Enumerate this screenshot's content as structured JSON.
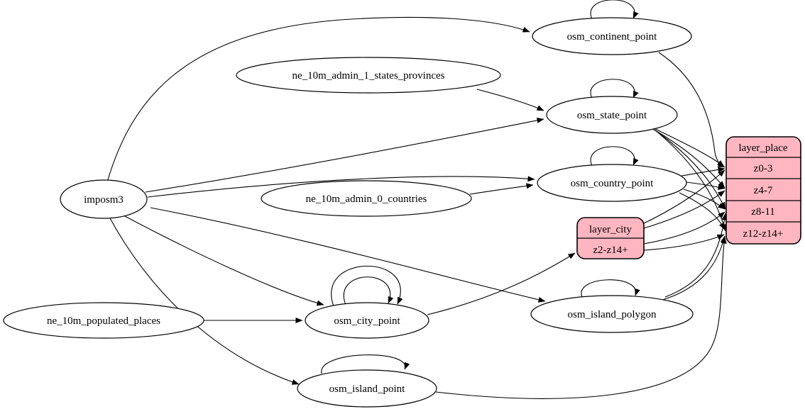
{
  "diagram": {
    "type": "etl-graph",
    "colors": {
      "record_fill": "#ffb6c1",
      "node_fill": "#ffffff",
      "stroke": "#000000"
    },
    "nodes": {
      "imposm3": {
        "label": "imposm3"
      },
      "ne_admin1": {
        "label": "ne_10m_admin_1_states_provinces"
      },
      "ne_admin0": {
        "label": "ne_10m_admin_0_countries"
      },
      "ne_populated": {
        "label": "ne_10m_populated_places"
      },
      "continent": {
        "label": "osm_continent_point"
      },
      "state": {
        "label": "osm_state_point"
      },
      "country": {
        "label": "osm_country_point"
      },
      "city": {
        "label": "osm_city_point"
      },
      "island_polygon": {
        "label": "osm_island_polygon"
      },
      "island_point": {
        "label": "osm_island_point"
      },
      "layer_city": {
        "title": "layer_city",
        "rows": [
          "z2-z14+"
        ]
      },
      "layer_place": {
        "title": "layer_place",
        "rows": [
          "z0-3",
          "z4-7",
          "z8-11",
          "z12-z14+"
        ]
      }
    },
    "edges": [
      {
        "from": "imposm3",
        "to": "osm_continent_point"
      },
      {
        "from": "imposm3",
        "to": "osm_state_point"
      },
      {
        "from": "imposm3",
        "to": "osm_country_point"
      },
      {
        "from": "imposm3",
        "to": "osm_city_point"
      },
      {
        "from": "imposm3",
        "to": "osm_island_polygon"
      },
      {
        "from": "imposm3",
        "to": "osm_island_point"
      },
      {
        "from": "ne_10m_admin_1_states_provinces",
        "to": "osm_state_point"
      },
      {
        "from": "ne_10m_admin_0_countries",
        "to": "osm_country_point"
      },
      {
        "from": "ne_10m_populated_places",
        "to": "osm_city_point"
      },
      {
        "from": "osm_continent_point",
        "to": "osm_continent_point"
      },
      {
        "from": "osm_state_point",
        "to": "osm_state_point"
      },
      {
        "from": "osm_country_point",
        "to": "osm_country_point"
      },
      {
        "from": "osm_city_point",
        "to": "osm_city_point"
      },
      {
        "from": "osm_city_point",
        "to": "osm_city_point"
      },
      {
        "from": "osm_island_polygon",
        "to": "osm_island_polygon"
      },
      {
        "from": "osm_island_point",
        "to": "osm_island_point"
      },
      {
        "from": "osm_city_point",
        "to": "layer_city:z2-z14+"
      },
      {
        "from": "osm_continent_point",
        "to": "layer_place:z0-3"
      },
      {
        "from": "osm_state_point",
        "to": "layer_place:z0-3"
      },
      {
        "from": "osm_state_point",
        "to": "layer_place:z4-7"
      },
      {
        "from": "osm_state_point",
        "to": "layer_place:z8-11"
      },
      {
        "from": "osm_state_point",
        "to": "layer_place:z12-z14+"
      },
      {
        "from": "osm_country_point",
        "to": "layer_place:z0-3"
      },
      {
        "from": "osm_country_point",
        "to": "layer_place:z4-7"
      },
      {
        "from": "osm_country_point",
        "to": "layer_place:z8-11"
      },
      {
        "from": "osm_country_point",
        "to": "layer_place:z12-z14+"
      },
      {
        "from": "layer_city:z2-z14+",
        "to": "layer_place:z0-3"
      },
      {
        "from": "layer_city:z2-z14+",
        "to": "layer_place:z4-7"
      },
      {
        "from": "layer_city:z2-z14+",
        "to": "layer_place:z8-11"
      },
      {
        "from": "layer_city:z2-z14+",
        "to": "layer_place:z12-z14+"
      },
      {
        "from": "osm_island_polygon",
        "to": "layer_place:z8-11"
      },
      {
        "from": "osm_island_polygon",
        "to": "layer_place:z12-z14+"
      },
      {
        "from": "osm_island_point",
        "to": "layer_place:z12-z14+"
      }
    ]
  }
}
